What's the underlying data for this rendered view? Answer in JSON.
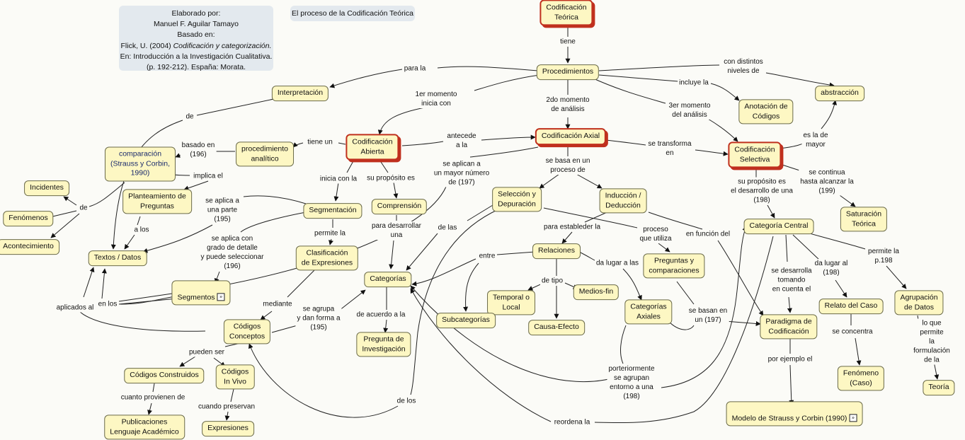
{
  "credits": {
    "l1": "Elaborado por:",
    "l2": "Manuel F. Aguilar Tamayo",
    "l3": "Basado en:",
    "l4_a": "Flick, U. (2004) ",
    "l4_b": "Codificación y categorización.",
    "l5": "En: Introducción a la Investigación Cualitativa.",
    "l6": "(p. 192-212). España: Morata."
  },
  "map_title": "El proceso de la Codificación Teórica",
  "expand_glyph": "»",
  "nodes": {
    "cod_teorica": "Codificación\nTeórica",
    "procedimientos": "Procedimientos",
    "interpretacion": "Interpretación",
    "abstraccion": "abstracción",
    "anotacion": "Anotación de\nCódigos",
    "cod_abierta": "Codificación\nAbierta",
    "cod_axial": "Codificación Axial",
    "cod_selectiva": "Codificación\nSelectiva",
    "proc_analitico": "procedimiento\nanalítico",
    "comparacion": "comparación\n(Strauss y Corbin,\n1990)",
    "incidentes": "Incidentes",
    "fenomenos": "Fenómenos",
    "acontecimiento": "Acontecimiento",
    "planteamiento": "Planteamiento de\nPreguntas",
    "textos": "Textos / Datos",
    "segmentacion": "Segmentación",
    "comprension": "Comprensión",
    "seleccion": "Selección y\nDepuración",
    "induccion": "Inducción /\nDeducción",
    "saturacion": "Saturación\nTeórica",
    "cat_central": "Categoría Central",
    "clasificacion": "Clasificación\nde Expresiones",
    "relaciones": "Relaciones",
    "preguntas_comp": "Preguntas y\ncomparaciones",
    "segmentos": "Segmentos",
    "categorias": "Categorías",
    "temporal": "Temporal o\nLocal",
    "medios_fin": "Medios-fin",
    "subcategorias": "Subcategorías",
    "causa_efecto": "Causa-Efecto",
    "cat_axiales": "Categorías\nAxiales",
    "relato": "Relato del Caso",
    "agrupacion": "Agrupación\nde Datos",
    "paradigma": "Paradigma de\nCodificación",
    "codigos_conceptos": "Códigos\nConceptos",
    "pregunta_inv": "Pregunta de\nInvestigación",
    "codigos_construidos": "Códigos Construidos",
    "codigos_invivo": "Códigos\nIn Vivo",
    "fenomeno_caso": "Fenómeno\n(Caso)",
    "teoria": "Teoría",
    "publicaciones": "Publicaciones\nLenguaje Académico",
    "expresiones": "Expresiones",
    "modelo": "Modelo de Strauss y Corbin (1990)"
  },
  "labels": {
    "tiene": "tiene",
    "para_la": "para  la",
    "con_distintos": "con distintos\nniveles de",
    "incluye_la": "incluye la",
    "primer_momento": "1er momento\ninicia con",
    "segundo_momento": "2do momento\nde análisis",
    "tercer_momento": "3er momento\ndel análisis",
    "de1": "de",
    "es_la_de": "es la de\nmayor",
    "basado_en": "basado en\n(196)",
    "tiene_un": "tiene un",
    "antecede": "antecede\na la",
    "se_transforma": "se transforma\nen",
    "implica": "implica el",
    "inicia_con_la": "inicia con la",
    "su_proposito": "su propósito es",
    "se_aplican": "se aplican a\nun mayor número\nde (197)",
    "se_basa": "se basa en un\nproceso de",
    "se_continua": "se continua\nhasta alcanzar la\n(199)",
    "su_proposito_des": "su propósito es\nel desarrollo de una\n(198)",
    "de2": "de",
    "se_aplica_parte": "se aplica a\nuna parte\n(195)",
    "a_los": "a los",
    "permite_la": "permite la",
    "para_desarrollar": "para desarrollar\nuna",
    "de_las": "de las",
    "para_establecer": "para estableder la",
    "proceso_utiliza": "proceso\nque utiliza",
    "en_funcion": "en función del",
    "permite_p198": "permite la\np.198",
    "se_aplica_grado": "se aplica con\ngrado de detalle\ny puede seleccionar\n(196)",
    "entre": "entre",
    "da_lugar_las": "da lugar a las",
    "se_desarrolla": "se desarrolla\ntomando\nen cuenta el",
    "da_lugar_198": "da lugar al\n(198)",
    "de_tipo": "de tipo",
    "aplicados_al": "aplicados al",
    "en_los": "en los",
    "mediante": "mediante",
    "se_agrupa": "se agrupa\ny dan forma a\n(195)",
    "de_acuerdo": "de acuerdo a la",
    "se_basan": "se basan en\nun (197)",
    "se_concentra": "se concentra",
    "lo_que_permite": "lo que permite\nla formulación de la",
    "pueden_ser": "pueden ser",
    "por_ejemplo": "por ejemplo el",
    "posteriormente": "porteriormente\nse agrupan\nentorno a una\n(198)",
    "cuanto_provienen": "cuanto provienen de",
    "cuando_preservan": "cuando preservan",
    "de_los": "de los",
    "reordena": "reordena la"
  }
}
